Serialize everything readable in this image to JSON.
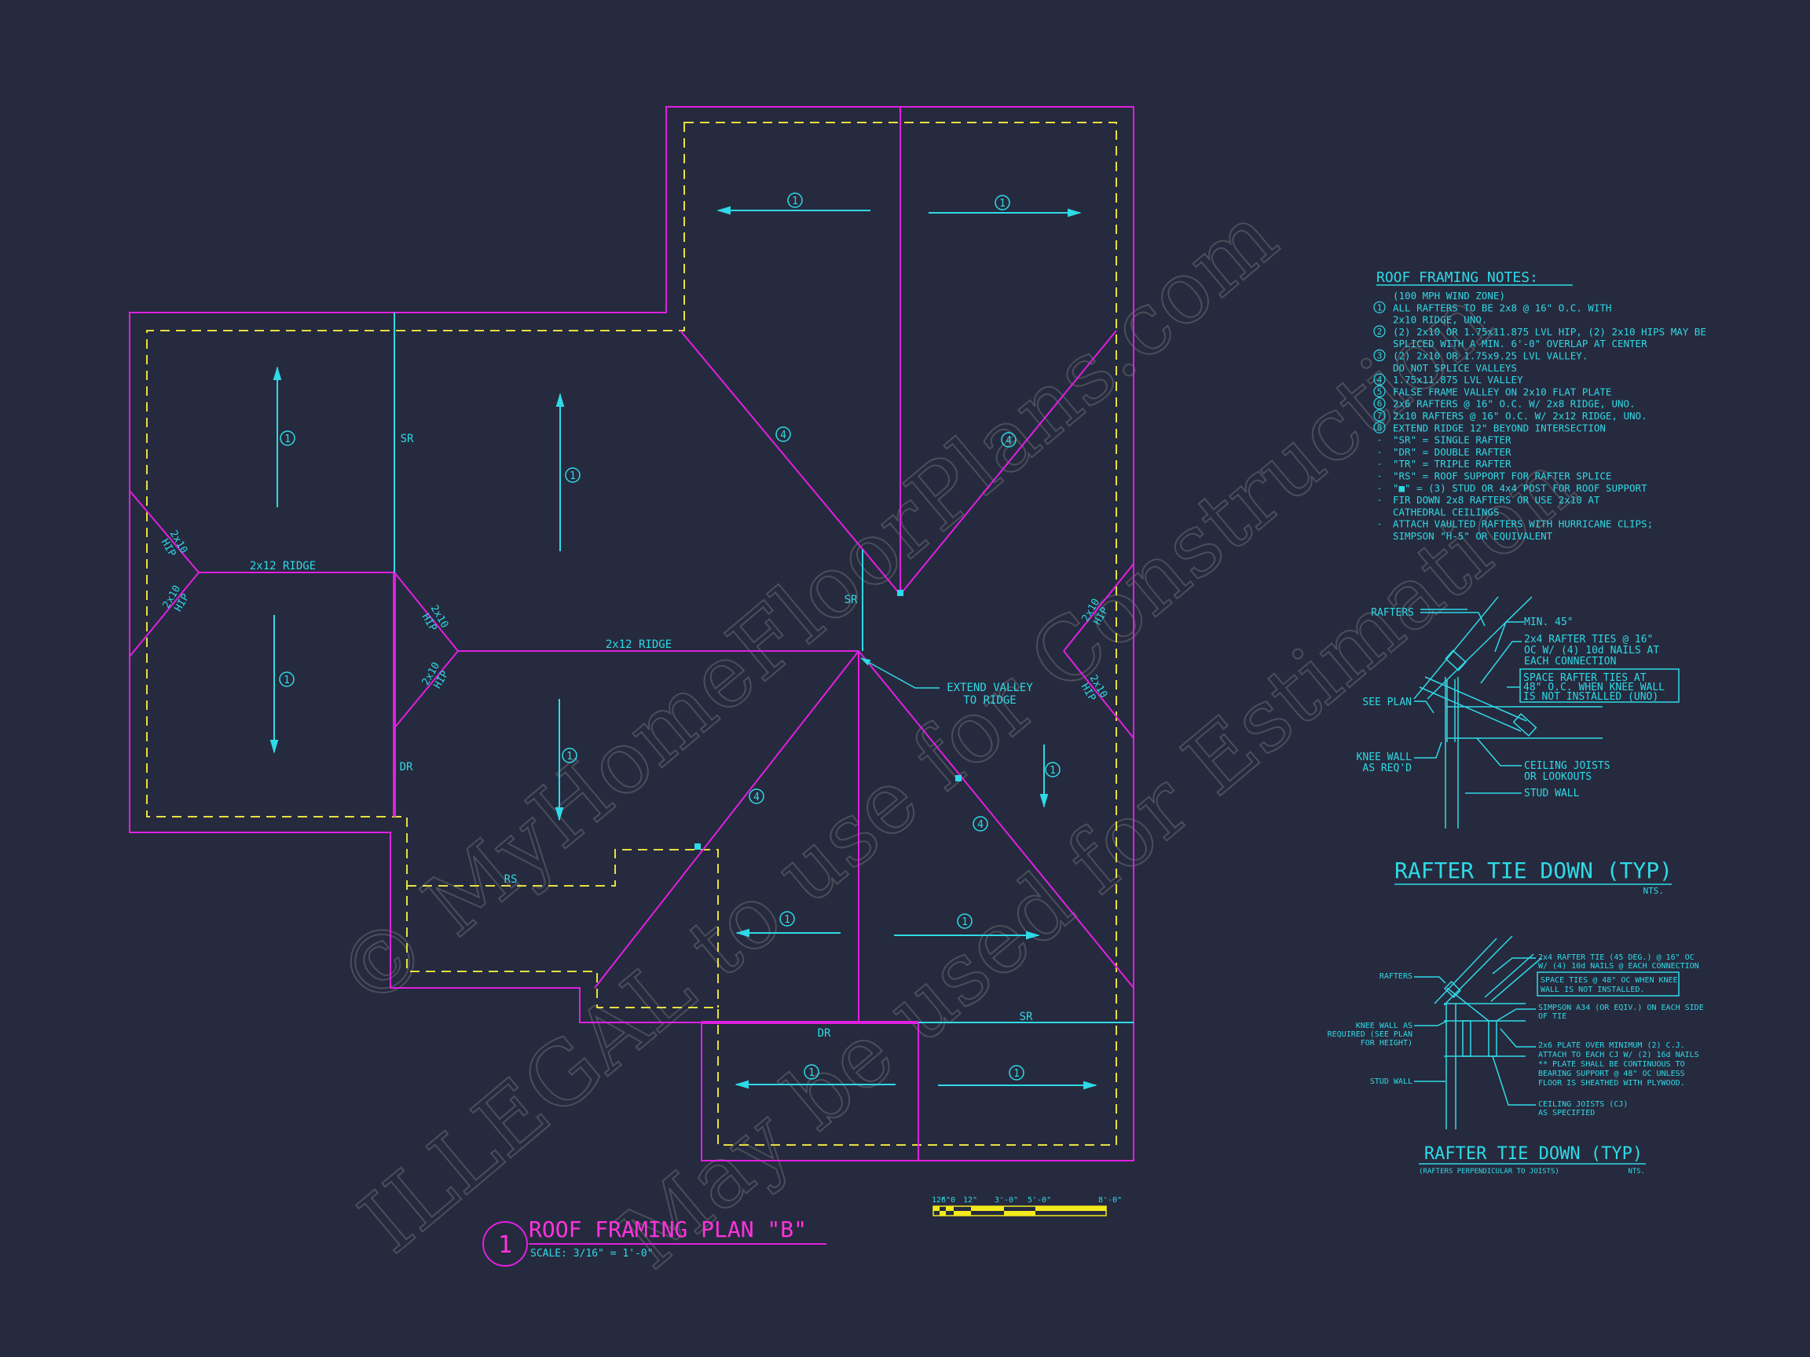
{
  "colors": {
    "background": "#262a3e",
    "roof_outline": "#e020e0",
    "framing": "#2fd9e6",
    "wall_line": "#e6e040",
    "title": "#ff33dd",
    "scale_bar": "#f2ea1c",
    "watermark": "#6a6a72"
  },
  "plan": {
    "labels": {
      "ridge_1": "2x12 RIDGE",
      "ridge_2": "2x12 RIDGE",
      "sr_1": "SR",
      "sr_2": "SR",
      "sr_3": "SR",
      "dr_1": "DR",
      "dr_2": "DR",
      "rs": "RS",
      "hip_a_top": "2x10",
      "hip_a_bot": "HIP",
      "hip_b_top": "2x10",
      "hip_b_bot": "HIP",
      "hip_c_top": "2x10",
      "hip_c_bot": "HIP",
      "hip_d_top": "2x10",
      "hip_d_bot": "HIP",
      "hip_e_top": "2x10",
      "hip_e_bot": "HIP",
      "hip_f_top": "2x10",
      "hip_f_bot": "HIP",
      "extend_valley_1": "EXTEND VALLEY",
      "extend_valley_2": "TO RIDGE"
    },
    "tags": {
      "rafter": "1",
      "valley": "4"
    }
  },
  "notes": {
    "title": "ROOF FRAMING NOTES:",
    "lines": [
      {
        "num": "",
        "text": "(100 MPH WIND ZONE)"
      },
      {
        "num": "1",
        "text": "ALL RAFTERS TO BE 2x8 @ 16\" O.C. WITH"
      },
      {
        "num": "",
        "text": "2x10 RIDGE, UNO."
      },
      {
        "num": "2",
        "text": "(2) 2x10 OR 1.75x11.875 LVL HIP, (2) 2x10 HIPS MAY BE"
      },
      {
        "num": "",
        "text": "SPLICED WITH A MIN. 6'-0\" OVERLAP AT CENTER"
      },
      {
        "num": "3",
        "text": "(2) 2x10 OR 1.75x9.25 LVL VALLEY."
      },
      {
        "num": "",
        "text": "DO NOT SPLICE VALLEYS"
      },
      {
        "num": "4",
        "text": "1.75x11.875 LVL VALLEY"
      },
      {
        "num": "5",
        "text": "FALSE FRAME VALLEY ON 2x10 FLAT PLATE"
      },
      {
        "num": "6",
        "text": "2x6 RAFTERS @ 16\" O.C. W/ 2x8 RIDGE, UNO."
      },
      {
        "num": "7",
        "text": "2x10 RAFTERS @ 16\" O.C. W/ 2x12 RIDGE, UNO."
      },
      {
        "num": "8",
        "text": "EXTEND RIDGE 12\" BEYOND INTERSECTION"
      },
      {
        "num": "-",
        "text": "\"SR\" = SINGLE RAFTER"
      },
      {
        "num": "-",
        "text": "\"DR\" = DOUBLE RAFTER"
      },
      {
        "num": "-",
        "text": "\"TR\" = TRIPLE RAFTER"
      },
      {
        "num": "-",
        "text": "\"RS\" = ROOF SUPPORT FOR RAFTER SPLICE"
      },
      {
        "num": "-",
        "text": "\"■\" = (3) STUD OR 4x4 POST FOR ROOF SUPPORT"
      },
      {
        "num": "-",
        "text": "FIR DOWN 2x8 RAFTERS OR USE 2x10 AT"
      },
      {
        "num": "",
        "text": "CATHEDRAL CEILINGS"
      },
      {
        "num": "-",
        "text": "ATTACH VAULTED RAFTERS WITH HURRICANE CLIPS;"
      },
      {
        "num": "",
        "text": "SIMPSON \"H-5\" OR EQUIVALENT"
      }
    ]
  },
  "detail1": {
    "rafters": "RAFTERS",
    "min45": "MIN. 45°",
    "tie_1": "2x4 RAFTER TIES @ 16\"",
    "tie_2": "OC W/ (4) 10d NAILS AT",
    "tie_3": "EACH CONNECTION",
    "space_1": "SPACE RAFTER TIES AT",
    "space_2": "48\" O.C. WHEN KNEE WALL",
    "space_3": "IS NOT INSTALLED (UNO)",
    "see_plan": "SEE PLAN",
    "knee_1": "KNEE WALL",
    "knee_2": "AS REQ'D",
    "cj_1": "CEILING JOISTS",
    "cj_2": "OR LOOKOUTS",
    "stud": "STUD WALL",
    "title": "RAFTER TIE DOWN (TYP)",
    "nts": "NTS."
  },
  "detail2": {
    "rafters": "RAFTERS",
    "tie_1": "2x4 RAFTER TIE (45 DEG.) @ 16\" OC",
    "tie_2": "W/ (4) 10d NAILS @ EACH CONNECTION",
    "space_1": "SPACE TIES @ 48\" OC WHEN KNEE",
    "space_2": "WALL IS NOT INSTALLED.",
    "simpson_1": "SIMPSON A34 (OR EQIV.) ON EACH SIDE",
    "simpson_2": "OF TIE",
    "knee_1": "KNEE WALL AS",
    "knee_2": "REQUIRED (SEE PLAN",
    "knee_3": "FOR HEIGHT)",
    "plate_1": "2x6 PLATE OVER MINIMUM (2) C.J.",
    "plate_2": "ATTACH TO EACH CJ W/ (2) 16d NAILS",
    "plate_3": "** PLATE SHALL BE CONTINUOUS TO",
    "plate_4": "BEARING SUPPORT @ 48\" OC UNLESS",
    "plate_5": "FLOOR IS SHEATHED WITH PLYWOOD.",
    "stud": "STUD WALL",
    "cj_1": "CEILING JOISTS (CJ)",
    "cj_2": "AS SPECIFIED",
    "title": "RAFTER TIE DOWN (TYP)",
    "subtitle": "(RAFTERS PERPENDICULAR TO JOISTS)",
    "nts": "NTS."
  },
  "title_block": {
    "number": "1",
    "title": "ROOF FRAMING PLAN \"B\"",
    "scale": "SCALE: 3/16\" = 1'-0\""
  },
  "scale_bar": {
    "labels": [
      "12\"",
      "6\"0",
      "12\"",
      "3'-0\"",
      "5'-0\"",
      "8'-0\""
    ]
  },
  "watermark": {
    "line1": "© MyHomeFloorPlans.com",
    "line2": "ILLEGAL to use for Construction",
    "line3": "May be used for Estimation"
  }
}
